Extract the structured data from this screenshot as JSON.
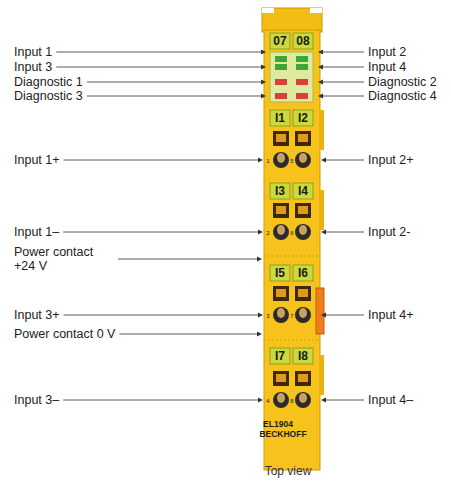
{
  "diagram": {
    "labels": [
      "Input 1",
      "Input 2",
      "Input 3",
      "Input 4",
      "Diagnostic 1",
      "Diagnostic 2",
      "Diagnostic 3",
      "Diagnostic 4",
      "07",
      "08",
      "I1",
      "I2",
      "Input 1+",
      "1",
      "5",
      "Input 2+",
      "I3",
      "I4",
      "Input 1–",
      "2",
      "6",
      "Input 2-",
      "Power contact +24 V",
      "I5",
      "I6",
      "Input 3+",
      "3",
      "7",
      "Input 4+",
      "Power contact 0 V",
      "I7",
      "I8",
      "Input 3–",
      "4",
      "8",
      "Input 4–",
      "EL1904",
      "BECKHOFF",
      "Top view"
    ]
  }
}
